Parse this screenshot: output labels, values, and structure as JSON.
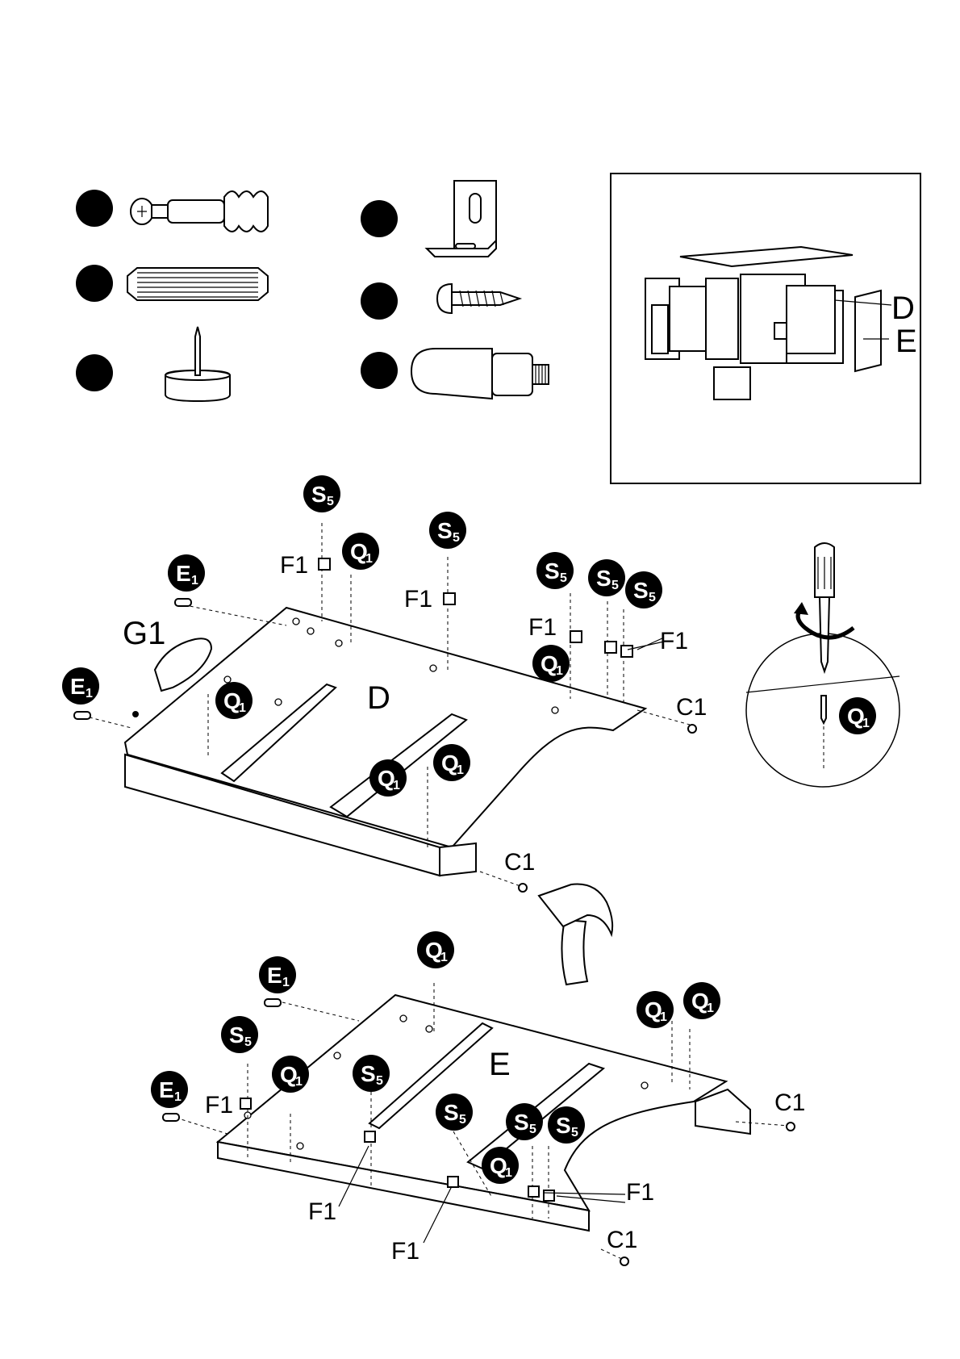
{
  "parts_legend": [
    {
      "icon": "cam-bolt-icon"
    },
    {
      "icon": "wood-dowel-icon"
    },
    {
      "icon": "nail-glide-icon"
    },
    {
      "icon": "l-bracket-icon"
    },
    {
      "icon": "screw-icon"
    },
    {
      "icon": "glue-bottle-icon"
    }
  ],
  "inset": {
    "label_d": "D",
    "label_e": "E"
  },
  "panel_d": {
    "title": "D",
    "glue_label": "G1",
    "dowel_tag": {
      "letter": "E",
      "sub": "1"
    },
    "screw_tag": {
      "letter": "S",
      "sub": "5"
    },
    "bolt_tag": {
      "letter": "Q",
      "sub": "1"
    },
    "bracket_label": "F1",
    "cam_label": "C1"
  },
  "panel_e": {
    "title": "E",
    "dowel_tag": {
      "letter": "E",
      "sub": "1"
    },
    "screw_tag": {
      "letter": "S",
      "sub": "5"
    },
    "bolt_tag": {
      "letter": "Q",
      "sub": "1"
    },
    "bracket_label": "F1",
    "cam_label": "C1"
  },
  "detail": {
    "bolt_tag": {
      "letter": "Q",
      "sub": "1"
    }
  },
  "colors": {
    "ink": "#000000",
    "paper": "#ffffff"
  }
}
